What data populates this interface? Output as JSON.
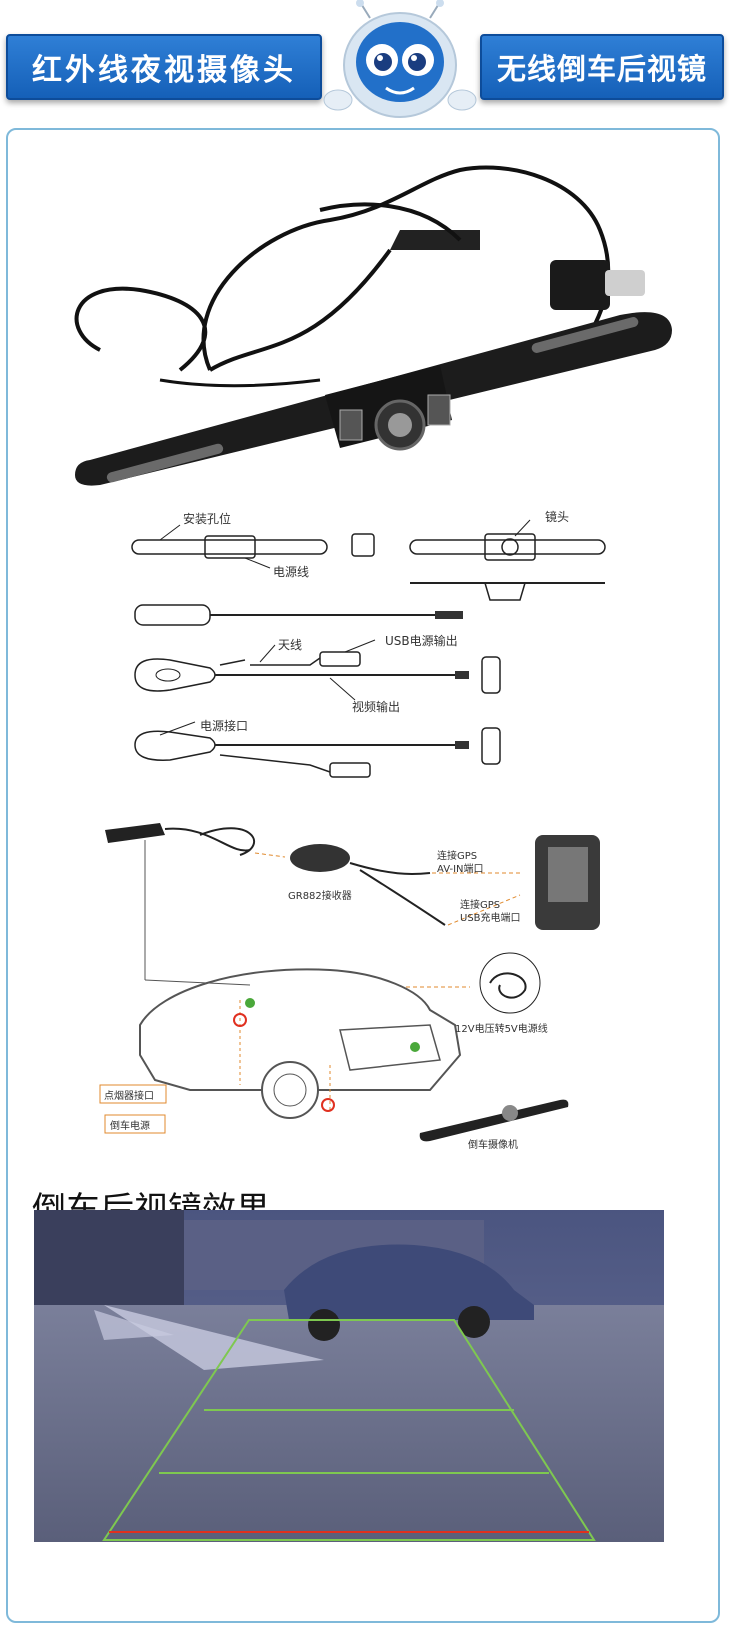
{
  "header": {
    "left_title": "红外线夜视摄像头",
    "right_title": "无线倒车后视镜"
  },
  "parts": {
    "mount_holes": "安装孔位",
    "lens": "镜头",
    "power_cable": "电源线",
    "antenna": "天线",
    "usb_power_out": "USB电源输出",
    "video_out": "视频输出",
    "power_port": "电源接口"
  },
  "wiring": {
    "receiver": "GR882接收器",
    "gps_av_line1": "连接GPS",
    "gps_av_line2": "AV-IN端口",
    "gps_usb_line1": "连接GPS",
    "gps_usb_line2": "USB充电端口",
    "converter": "12V电压转5V电源线",
    "cigarette": "点烟器接口",
    "reverse_power": "倒车电源",
    "rear_camera": "倒车摄像机"
  },
  "result": {
    "title": "倒车后视镜效果"
  },
  "colors": {
    "header_blue": "#1f6fc8",
    "panel_border": "#7fb9da",
    "guide_green": "#7ec850",
    "guide_red": "#e0301e"
  }
}
